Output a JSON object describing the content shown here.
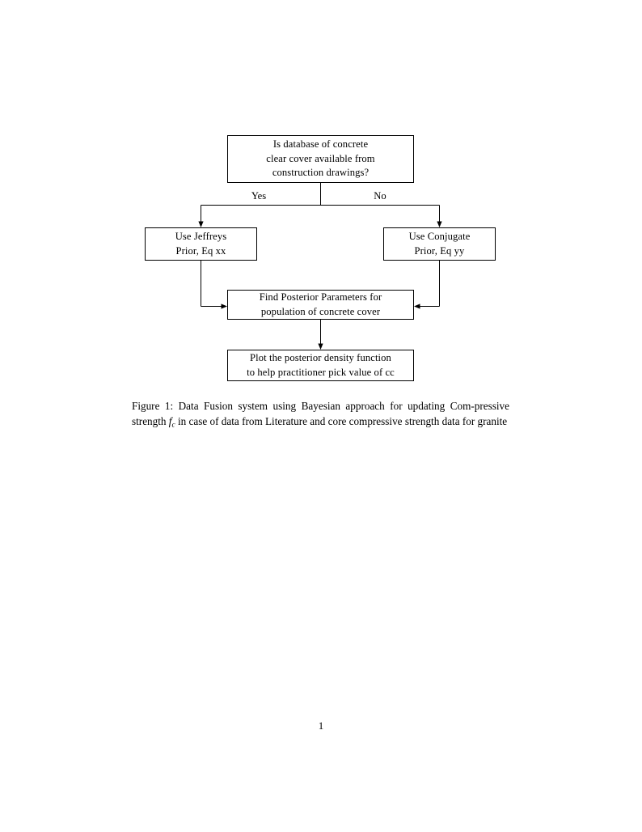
{
  "document": {
    "page_number": "1"
  },
  "figure": {
    "caption_label": "Figure 1:",
    "caption_text_1": " Data Fusion system using Bayesian approach for updating Com-pressive strength ",
    "caption_math_var": "f",
    "caption_math_sub": "c",
    "caption_text_2": " in case of data from Literature and core compressive strength data for granite",
    "caption_full": "Figure 1: Data Fusion system using Bayesian approach for updating Compressive strength fc in case of data from Literature and core compressive strength data for granite"
  },
  "flowchart": {
    "type": "flowchart",
    "line_color": "#000000",
    "fill_color": "#ffffff",
    "nodes": [
      {
        "id": "decision",
        "lines": [
          "Is database of concrete",
          "clear cover available from",
          "construction drawings?"
        ]
      },
      {
        "id": "jeffreys",
        "lines": [
          "Use Jeffreys",
          "Prior, Eq xx"
        ]
      },
      {
        "id": "conjugate",
        "lines": [
          "Use Conjugate",
          "Prior, Eq yy"
        ]
      },
      {
        "id": "posterior",
        "lines": [
          "Find Posterior Parameters for",
          "population of concrete cover"
        ]
      },
      {
        "id": "plot",
        "lines": [
          "Plot the posterior density function",
          "to help practitioner pick value of cc"
        ]
      }
    ],
    "branch_labels": {
      "yes": "Yes",
      "no": "No"
    }
  }
}
